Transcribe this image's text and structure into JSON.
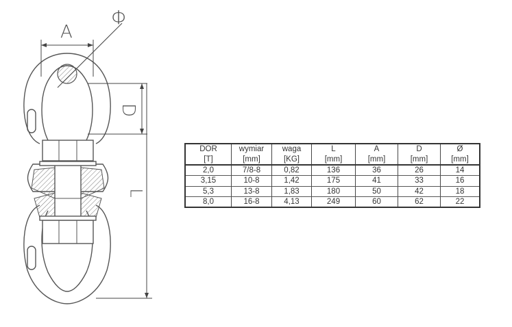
{
  "drawing": {
    "labels": {
      "phi": "Φ",
      "a": "A",
      "d": "D",
      "l": "L"
    }
  },
  "table": {
    "headers": [
      "DOR",
      "wymiar",
      "waga",
      "L",
      "A",
      "D",
      "Ø"
    ],
    "units": [
      "[T]",
      "[mm]",
      "[KG]",
      "[mm]",
      "[mm]",
      "[mm]",
      "[mm]"
    ],
    "rows": [
      [
        "2,0",
        "7/8-8",
        "0,82",
        "136",
        "36",
        "26",
        "14"
      ],
      [
        "3,15",
        "10-8",
        "1,42",
        "175",
        "41",
        "33",
        "16"
      ],
      [
        "5,3",
        "13-8",
        "1,83",
        "180",
        "50",
        "42",
        "18"
      ],
      [
        "8,0",
        "16-8",
        "4,13",
        "249",
        "60",
        "62",
        "22"
      ]
    ]
  },
  "colors": {
    "line": "#555555",
    "table_border": "#333333",
    "background": "#ffffff"
  }
}
